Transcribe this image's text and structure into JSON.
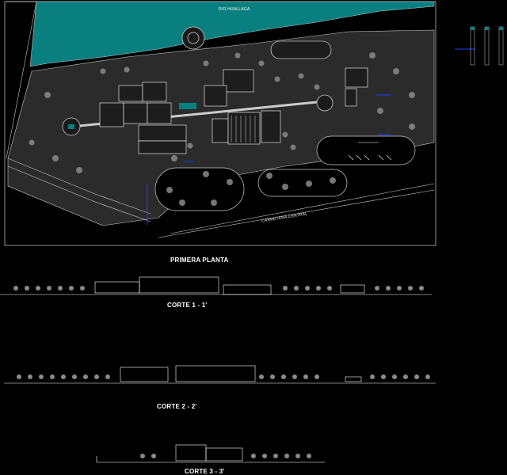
{
  "drawing": {
    "river_label": "RIO HUALLAGA",
    "road_label": "CARRETERA CENTRAL",
    "plan_title": "PRIMERA PLANTA",
    "sections": [
      {
        "label": "CORTE 1 - 1'"
      },
      {
        "label": "CORTE 2 - 2'"
      },
      {
        "label": "CORTE 3 - 3'"
      }
    ]
  },
  "colors": {
    "background": "#000000",
    "site": "#2b2b2b",
    "river": "#0a7f7f",
    "lines": "#ffffff",
    "accent": "#1a3cff",
    "trees": "#8a8a8a"
  }
}
